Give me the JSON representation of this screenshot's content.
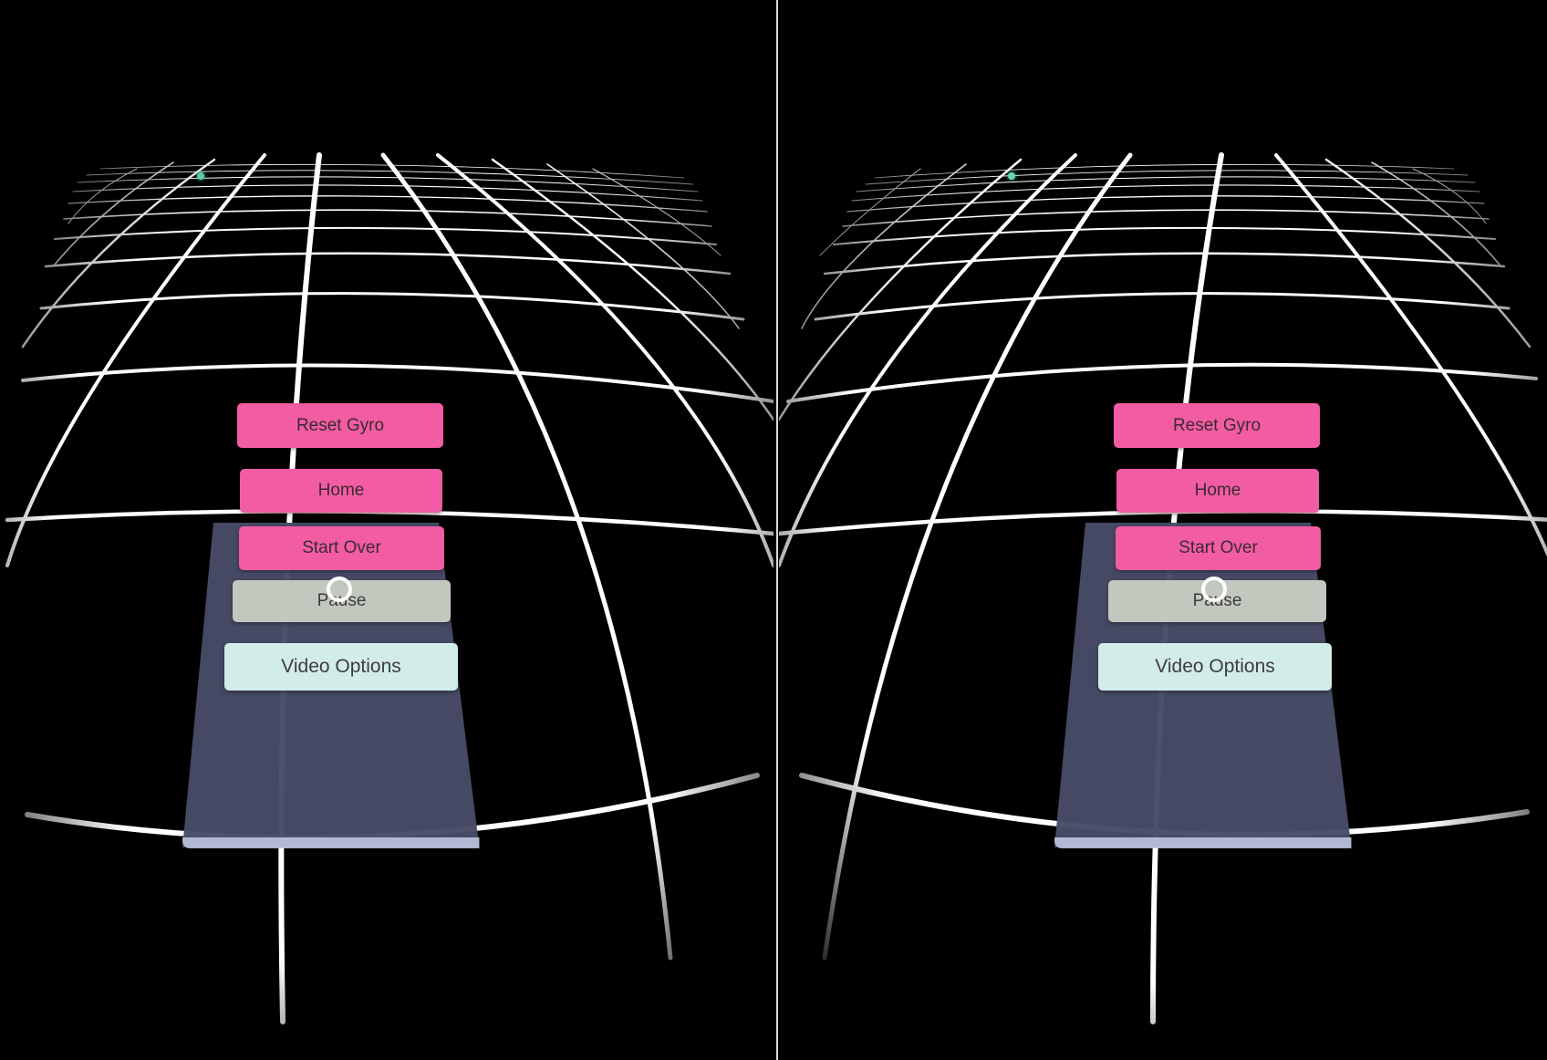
{
  "app": {
    "view_mode": "stereoscopic-vr",
    "background_color": "#000000"
  },
  "eyes": [
    {
      "id": "left",
      "menu": {
        "reset_gyro_label": "Reset Gyro",
        "home_label": "Home",
        "start_over_label": "Start Over",
        "pause_label": "Pause",
        "video_options_label": "Video Options"
      }
    },
    {
      "id": "right",
      "menu": {
        "reset_gyro_label": "Reset Gyro",
        "home_label": "Home",
        "start_over_label": "Start Over",
        "pause_label": "Pause",
        "video_options_label": "Video Options"
      }
    }
  ],
  "colors": {
    "button_pink": "#f25ca2",
    "button_pause": "#c3c8bf",
    "button_video_options": "#d2ecea",
    "panel": "#474b66",
    "grid": "#ffffff"
  },
  "icons": {
    "gaze_reticle": "gaze-reticle-icon"
  }
}
